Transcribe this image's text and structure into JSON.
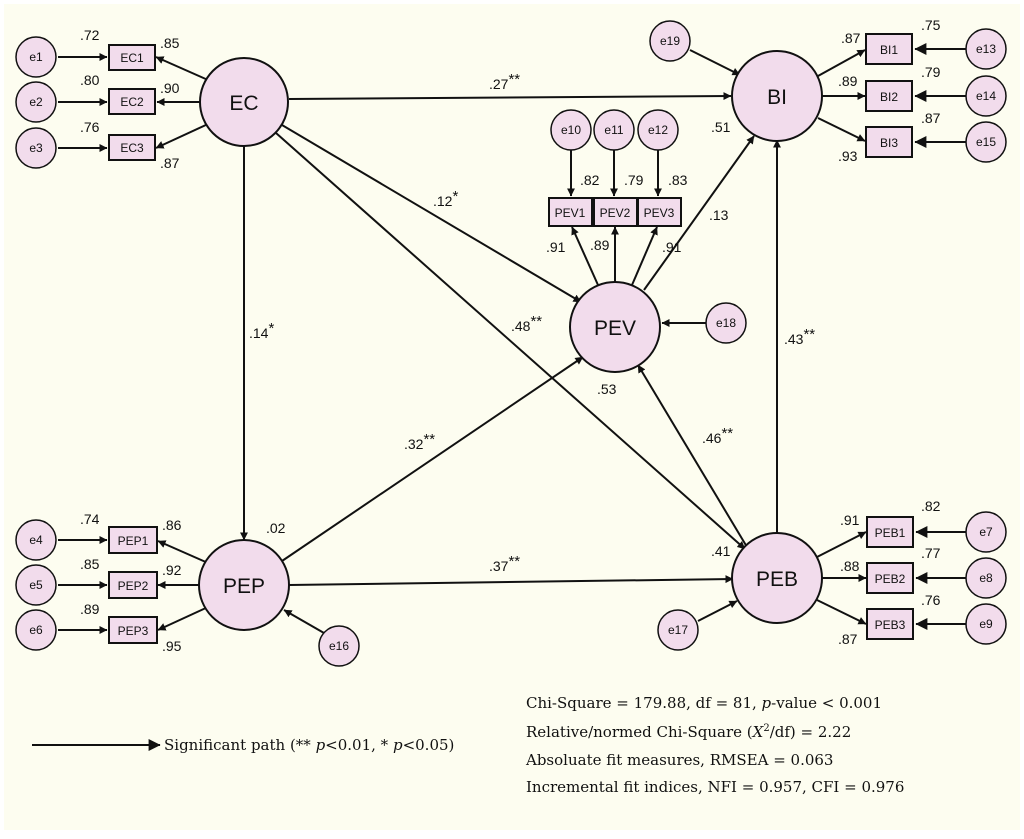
{
  "colors": {
    "background": "#fdfdf0",
    "node_fill": "#f2dcec",
    "stroke": "#111111"
  },
  "latents": {
    "EC": "EC",
    "PEP": "PEP",
    "PEV": "PEV",
    "PEB": "PEB",
    "BI": "BI"
  },
  "indicators": {
    "EC1": "EC1",
    "EC2": "EC2",
    "EC3": "EC3",
    "PEP1": "PEP1",
    "PEP2": "PEP2",
    "PEP3": "PEP3",
    "PEV1": "PEV1",
    "PEV2": "PEV2",
    "PEV3": "PEV3",
    "BI1": "BI1",
    "BI2": "BI2",
    "BI3": "BI3",
    "PEB1": "PEB1",
    "PEB2": "PEB2",
    "PEB3": "PEB3"
  },
  "errors": {
    "e1": "e1",
    "e2": "e2",
    "e3": "e3",
    "e4": "e4",
    "e5": "e5",
    "e6": "e6",
    "e7": "e7",
    "e8": "e8",
    "e9": "e9",
    "e10": "e10",
    "e11": "e11",
    "e12": "e12",
    "e13": "e13",
    "e14": "e14",
    "e15": "e15",
    "e16": "e16",
    "e17": "e17",
    "e18": "e18",
    "e19": "e19"
  },
  "r2": {
    "EC1": ".72",
    "EC2": ".80",
    "EC3": ".76",
    "PEP1": ".74",
    "PEP2": ".85",
    "PEP3": ".89",
    "PEV1": ".82",
    "PEV2": ".79",
    "PEV3": ".83",
    "BI1": ".75",
    "BI2": ".79",
    "BI3": ".87",
    "PEB1": ".82",
    "PEB2": ".77",
    "PEB3": ".76",
    "PEP": ".02",
    "PEV": ".53",
    "BI": ".51",
    "PEB": ".41"
  },
  "loadings": {
    "EC1": ".85",
    "EC2": ".90",
    "EC3": ".87",
    "PEP1": ".86",
    "PEP2": ".92",
    "PEP3": ".95",
    "PEV1": ".91",
    "PEV2": ".89",
    "PEV3": ".91",
    "BI1": ".87",
    "BI2": ".89",
    "BI3": ".93",
    "PEB1": ".91",
    "PEB2": ".88",
    "PEB3": ".87"
  },
  "paths": {
    "EC_BI": {
      "value": ".27",
      "sig": "**"
    },
    "EC_PEV": {
      "value": ".12",
      "sig": "*"
    },
    "EC_PEP": {
      "value": ".14",
      "sig": "*"
    },
    "EC_PEB": {
      "value": ".48",
      "sig": "**"
    },
    "PEP_PEV": {
      "value": ".32",
      "sig": "**"
    },
    "PEP_PEB": {
      "value": ".37",
      "sig": "**"
    },
    "PEB_PEV": {
      "value": ".46",
      "sig": "**"
    },
    "PEB_BI": {
      "value": ".43",
      "sig": "**"
    },
    "PEV_BI": {
      "value": ".13",
      "sig": ""
    }
  },
  "legend": {
    "text_before_p1": "Significant path (** ",
    "p1": "p",
    "text_mid": "<0.01, * ",
    "p2": "p",
    "text_after": "<0.05)"
  },
  "fit": {
    "line1_a": "Chi-Square = 179.88, df = 81, ",
    "line1_p": "p",
    "line1_b": "-value < 0.001",
    "line2_a": "Relative/normed Chi-Square (",
    "line2_x": "X",
    "line2_sup": "2",
    "line2_b": "/df) = 2.22",
    "line3": "Absoluate fit measures, RMSEA = 0.063",
    "line4": "Incremental fit indices, NFI = 0.957, CFI = 0.976"
  }
}
